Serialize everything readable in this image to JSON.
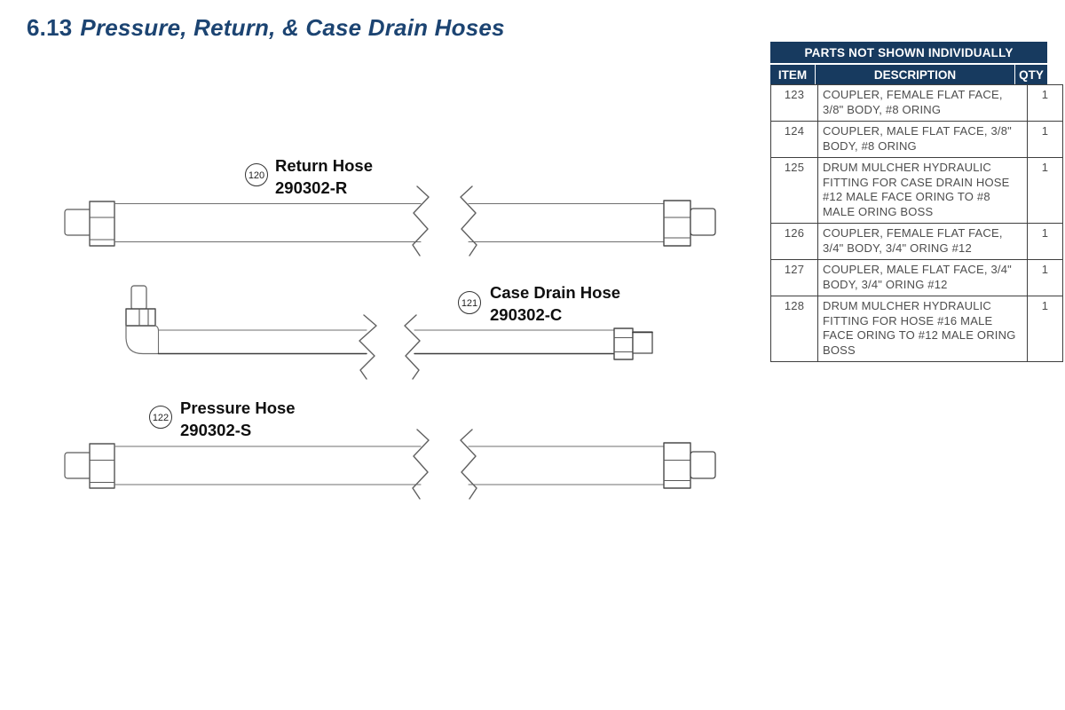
{
  "page": {
    "title_number": "6.13",
    "title_text": "Pressure, Return, & Case Drain Hoses"
  },
  "colors": {
    "title_blue": "#1C4472",
    "table_header_navy": "#173A5F",
    "diagram_line_gray": "#6f6f6f",
    "diagram_line_dark": "#3e3e3e",
    "body_text_gray": "#4d4d4d"
  },
  "diagram": {
    "hoses": [
      {
        "callout": "120",
        "name": "Return Hose",
        "part_number": "290302-R"
      },
      {
        "callout": "121",
        "name": "Case Drain Hose",
        "part_number": "290302-C"
      },
      {
        "callout": "122",
        "name": "Pressure Hose",
        "part_number": "290302-S"
      }
    ]
  },
  "table": {
    "title": "PARTS NOT SHOWN INDIVIDUALLY",
    "columns": [
      "ITEM",
      "DESCRIPTION",
      "QTY"
    ],
    "rows": [
      {
        "item": "123",
        "description": "COUPLER, FEMALE FLAT FACE, 3/8\" BODY, #8 ORING",
        "qty": "1"
      },
      {
        "item": "124",
        "description": "COUPLER, MALE FLAT FACE, 3/8\" BODY, #8 ORING",
        "qty": "1"
      },
      {
        "item": "125",
        "description": "DRUM MULCHER HYDRAULIC FITTING FOR CASE DRAIN HOSE #12 MALE FACE ORING TO #8 MALE ORING BOSS",
        "qty": "1"
      },
      {
        "item": "126",
        "description": "COUPLER, FEMALE FLAT FACE, 3/4\" BODY, 3/4\" ORING #12",
        "qty": "1"
      },
      {
        "item": "127",
        "description": "COUPLER, MALE FLAT FACE, 3/4\" BODY, 3/4\" ORING #12",
        "qty": "1"
      },
      {
        "item": "128",
        "description": "DRUM MULCHER HYDRAULIC FITTING FOR HOSE #16 MALE FACE ORING TO #12 MALE ORING BOSS",
        "qty": "1"
      }
    ]
  }
}
